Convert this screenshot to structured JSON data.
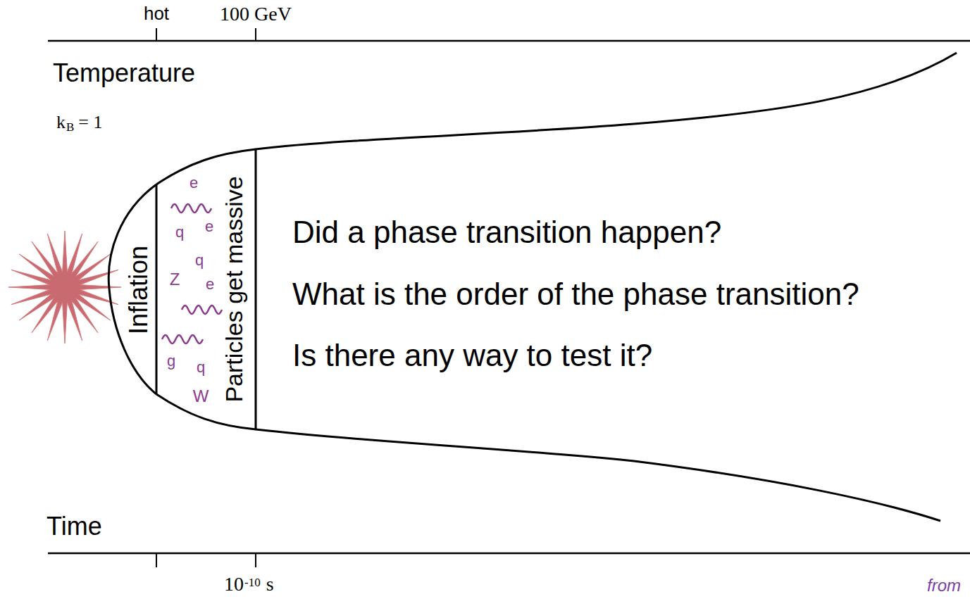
{
  "diagram": {
    "labels": [
      "hot",
      "100 GeV",
      "Temperature",
      "k",
      "B",
      "= 1",
      "Inflation",
      "e",
      "q",
      "e",
      "q",
      "Z",
      "e",
      "g",
      "q",
      "W",
      "Particles get massive",
      "Did a phase transition happen?",
      "What is the order of the phase transition?",
      "Is there any way to test it?",
      "Time",
      "10",
      "-10",
      "s",
      "from"
    ]
  }
}
